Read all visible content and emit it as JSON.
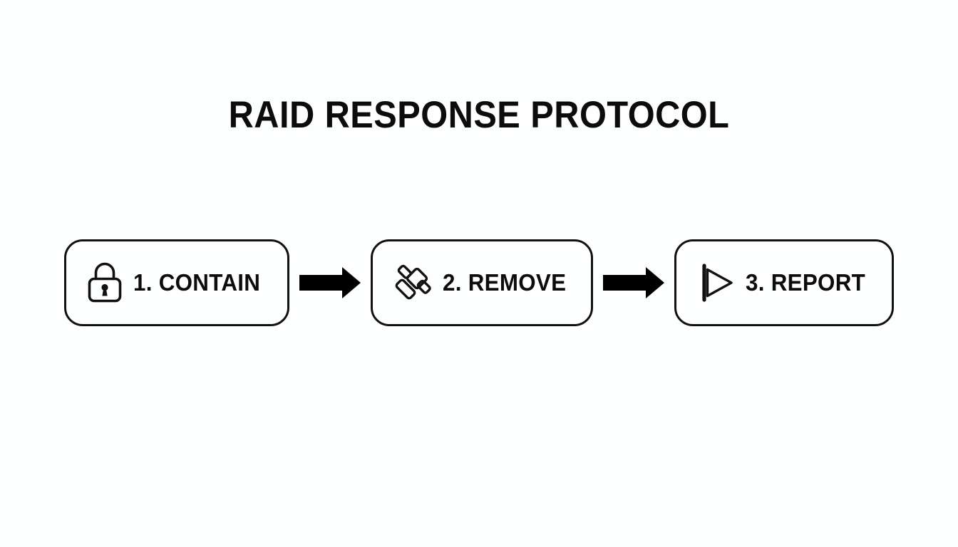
{
  "slide": {
    "title": "RAID RESPONSE PROTOCOL",
    "background_color": "#fdfefe",
    "ink_color": "#111111"
  },
  "flow": {
    "steps": [
      {
        "label": "1. CONTAIN",
        "icon": "lock-icon"
      },
      {
        "label": "2. REMOVE",
        "icon": "gavel-icon"
      },
      {
        "label": "3. REPORT",
        "icon": "flag-icon"
      }
    ],
    "connectors": [
      {
        "icon": "arrow-right-icon"
      },
      {
        "icon": "arrow-right-icon"
      }
    ]
  }
}
